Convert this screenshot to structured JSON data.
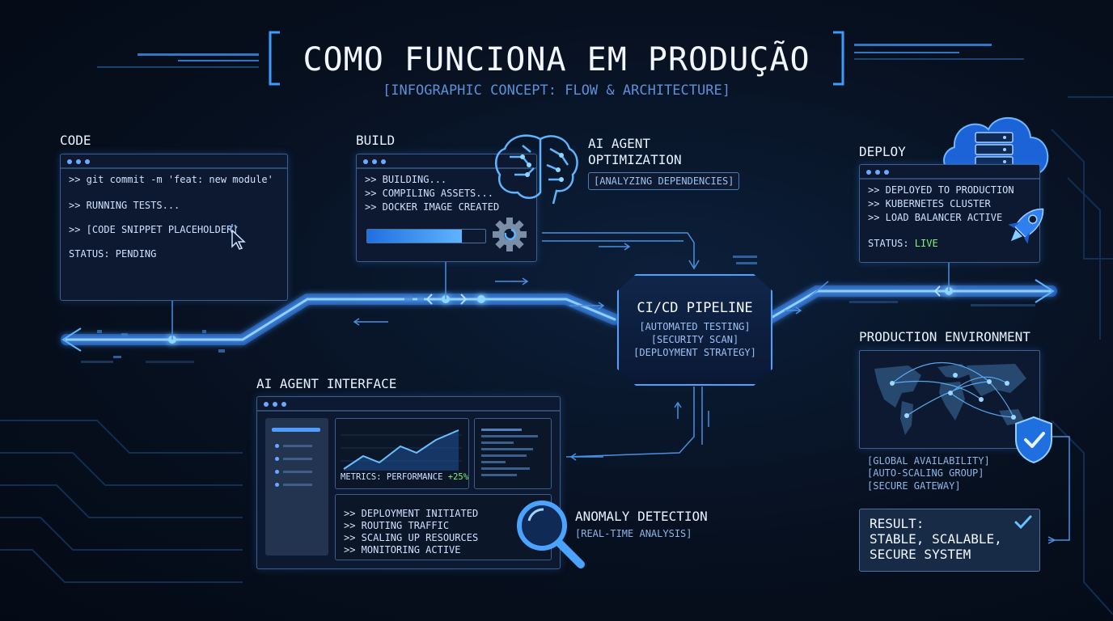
{
  "title": "COMO FUNCIONA EM PRODUÇÃO",
  "subtitle": "[INFOGRAPHIC CONCEPT: FLOW & ARCHITECTURE]",
  "code": {
    "label": "CODE",
    "lines": [
      ">> git commit -m 'feat: new module'",
      ">> RUNNING TESTS...",
      ">> [CODE SNIPPET PLACEHOLDER]",
      "STATUS: PENDING"
    ]
  },
  "build": {
    "label": "BUILD",
    "lines": [
      ">> BUILDING...",
      ">> COMPILING ASSETS...",
      ">> DOCKER IMAGE CREATED"
    ],
    "progress": 0.8
  },
  "ai_opt": {
    "label_line1": "AI AGENT",
    "label_line2": "OPTIMIZATION",
    "callout": "[ANALYZING DEPENDENCIES]"
  },
  "deploy": {
    "label": "DEPLOY",
    "lines": [
      ">> DEPLOYED TO PRODUCTION",
      ">> KUBERNETES CLUSTER",
      ">> LOAD BALANCER ACTIVE"
    ],
    "status_prefix": "STATUS: ",
    "status_value": "LIVE"
  },
  "pipeline": {
    "title": "CI/CD PIPELINE",
    "items": [
      "[AUTOMATED TESTING]",
      "[SECURITY SCAN]",
      "[DEPLOYMENT STRATEGY]"
    ]
  },
  "ai_interface": {
    "label": "AI AGENT INTERFACE",
    "metrics_prefix": "METRICS: PERFORMANCE ",
    "metrics_value": "+25%",
    "log": [
      ">> DEPLOYMENT INITIATED",
      ">> ROUTING TRAFFIC",
      ">> SCALING UP RESOURCES",
      ">> MONITORING ACTIVE"
    ]
  },
  "anomaly": {
    "label": "ANOMALY DETECTION",
    "sub": "[REAL-TIME ANALYSIS]"
  },
  "production": {
    "label": "PRODUCTION ENVIRONMENT",
    "items": [
      "[GLOBAL AVAILABILITY]",
      "[AUTO-SCALING GROUP]",
      "[SECURE GATEWAY]"
    ]
  },
  "result": {
    "text": "RESULT:\nSTABLE, SCALABLE,\nSECURE SYSTEM"
  },
  "colors": {
    "accent": "#3d9bff",
    "glow": "#5fb4ff",
    "live": "#7ef57a",
    "bg": "#07101f"
  },
  "icons": [
    "brain-icon",
    "gear-icon",
    "cloud-server-icon",
    "rocket-icon",
    "magnifier-icon",
    "shield-check-icon",
    "check-icon",
    "cursor-icon",
    "world-map-icon"
  ]
}
